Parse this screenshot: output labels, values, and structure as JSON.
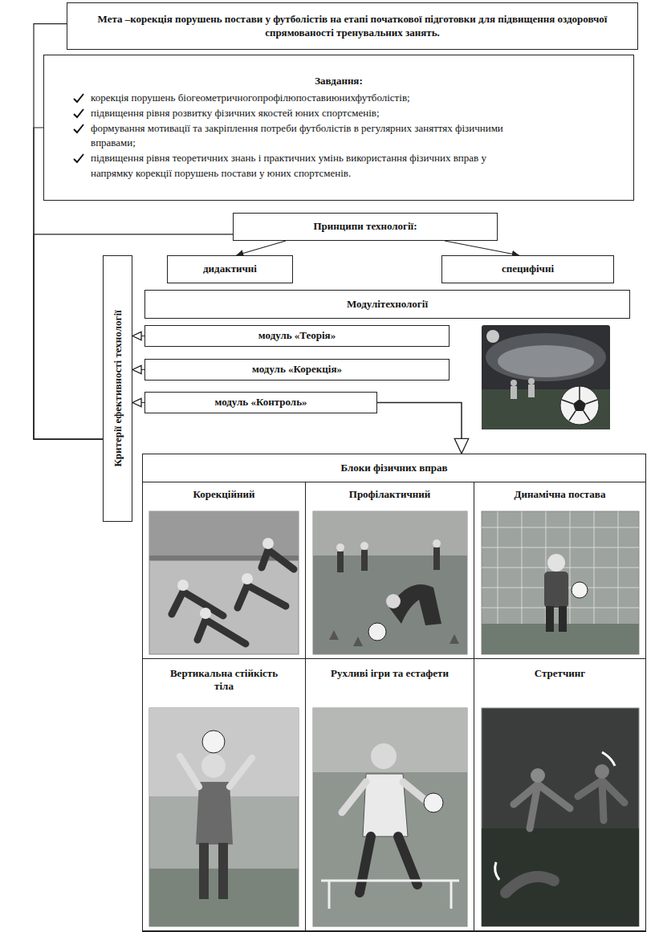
{
  "diagram": {
    "nodes": [
      {
        "text": [
          "Мета –корекція порушень постави у футболістів на етапі початкової підготовки для підвищення оздоровчої спрямованості тренувальних занять."
        ]
      },
      {
        "text": [
          "Завдання:",
          "корекція порушень біогеометричногопрофілюпоставиюнихфутболістів;",
          "підвищення рівня розвитку фізичних якостей юних спортсменів;",
          "формування мотивації та закріплення потреби футболістів в регулярних заняттях фізичними вправами;",
          "підвищення рівня теоретичних знань і практичних умінь використання фізичних вправ у напрямку корекції порушень постави у юних спортсменів."
        ]
      },
      {
        "text": [
          "Принципи технології:"
        ]
      },
      {
        "text": [
          "дидактичні"
        ]
      },
      {
        "text": [
          "специфічні"
        ]
      },
      {
        "text": [
          "Модулітехнології"
        ]
      },
      {
        "text": [
          "модуль «Теорія»"
        ]
      },
      {
        "text": [
          "модуль «Корекція»"
        ]
      },
      {
        "text": [
          "модуль «Контроль»"
        ]
      },
      {
        "text": [
          "Критерії ефективності технології"
        ]
      },
      {
        "text": [
          "Блоки фізичних вправ"
        ]
      },
      {
        "text": [
          "Корекційний"
        ],
        "in": 10
      },
      {
        "text": [
          "Профілактичний"
        ],
        "in": 10
      },
      {
        "text": [
          "Динамічна постава"
        ],
        "in": 10
      },
      {
        "text": [
          "Вертикальна стійкість тіла"
        ],
        "in": 10
      },
      {
        "text": [
          "Рухливі ігри та естафети"
        ],
        "in": 10
      },
      {
        "text": [
          "Стретчинг"
        ],
        "in": 10
      }
    ],
    "edges": [
      {
        "from": 2,
        "to": 3,
        "arrow": "to"
      },
      {
        "from": 2,
        "to": 4,
        "arrow": "to"
      },
      {
        "from": 0,
        "to": 9,
        "arrow": "none"
      },
      {
        "from": 1,
        "to": 9,
        "arrow": "none"
      },
      {
        "from": 2,
        "to": 9,
        "arrow": "none"
      },
      {
        "from": 6,
        "to": 9,
        "arrow": "to"
      },
      {
        "from": 7,
        "to": 9,
        "arrow": "to"
      },
      {
        "from": 8,
        "to": 9,
        "arrow": "to"
      },
      {
        "from": 8,
        "to": 10,
        "arrow": "to"
      }
    ]
  }
}
